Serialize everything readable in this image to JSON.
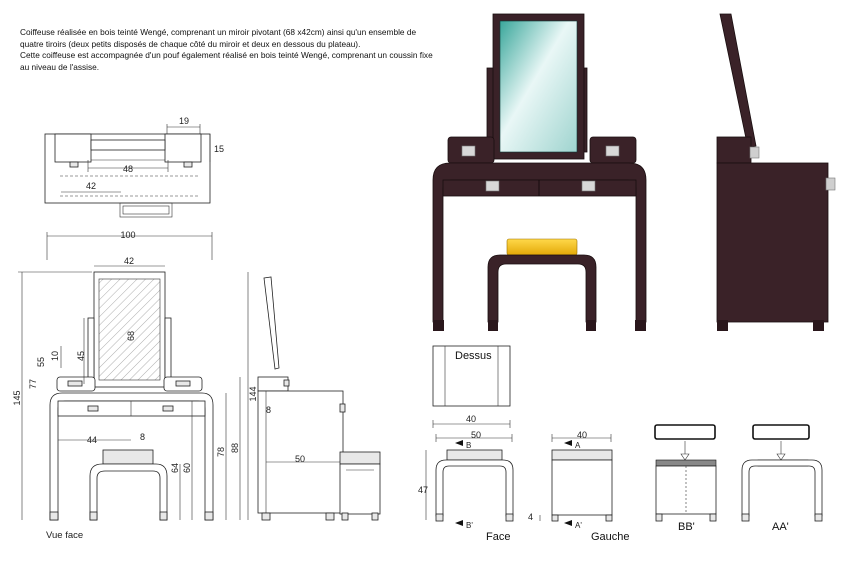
{
  "description": {
    "line1": "Coiffeuse réalisée en bois teinté Wengé, comprenant un miroir pivotant (68 x42cm) ainsi qu'un ensemble de quatre tiroirs (deux petits disposés de chaque côté du miroir et deux en dessous du plateau).",
    "line2": "Cette coiffeuse est accompagnée d'un pouf également réalisé en bois teinté Wengé, comprenant un coussin fixe au niveau de l'assise."
  },
  "top_view": {
    "dim_19": "19",
    "dim_15": "15",
    "dim_48": "48",
    "dim_42": "42"
  },
  "front_view": {
    "dim_100": "100",
    "dim_42": "42",
    "dim_68": "68",
    "dim_45": "45",
    "dim_10": "10",
    "dim_55": "55",
    "dim_77": "77",
    "dim_145": "145",
    "dim_44": "44",
    "dim_8": "8",
    "dim_64": "64",
    "dim_60": "60",
    "dim_78": "78",
    "dim_88": "88",
    "caption": "Vue face"
  },
  "side_view": {
    "dim_144": "144",
    "dim_8": "8",
    "dim_50": "50"
  },
  "stool_top": {
    "label": "Dessus",
    "dim_40": "40"
  },
  "stool_face": {
    "dim_50": "50",
    "dim_47": "47",
    "mark_b": "B",
    "mark_b2": "B'",
    "caption": "Face"
  },
  "stool_side": {
    "dim_40": "40",
    "dim_4": "4",
    "mark_a": "A",
    "mark_a2": "A'",
    "caption": "Gauche"
  },
  "sections": {
    "bb": "BB'",
    "aa": "AA'"
  },
  "colors": {
    "wenge": "#3a2228",
    "cushion": "#f2b90f",
    "mirror": "#7fd0c8"
  }
}
